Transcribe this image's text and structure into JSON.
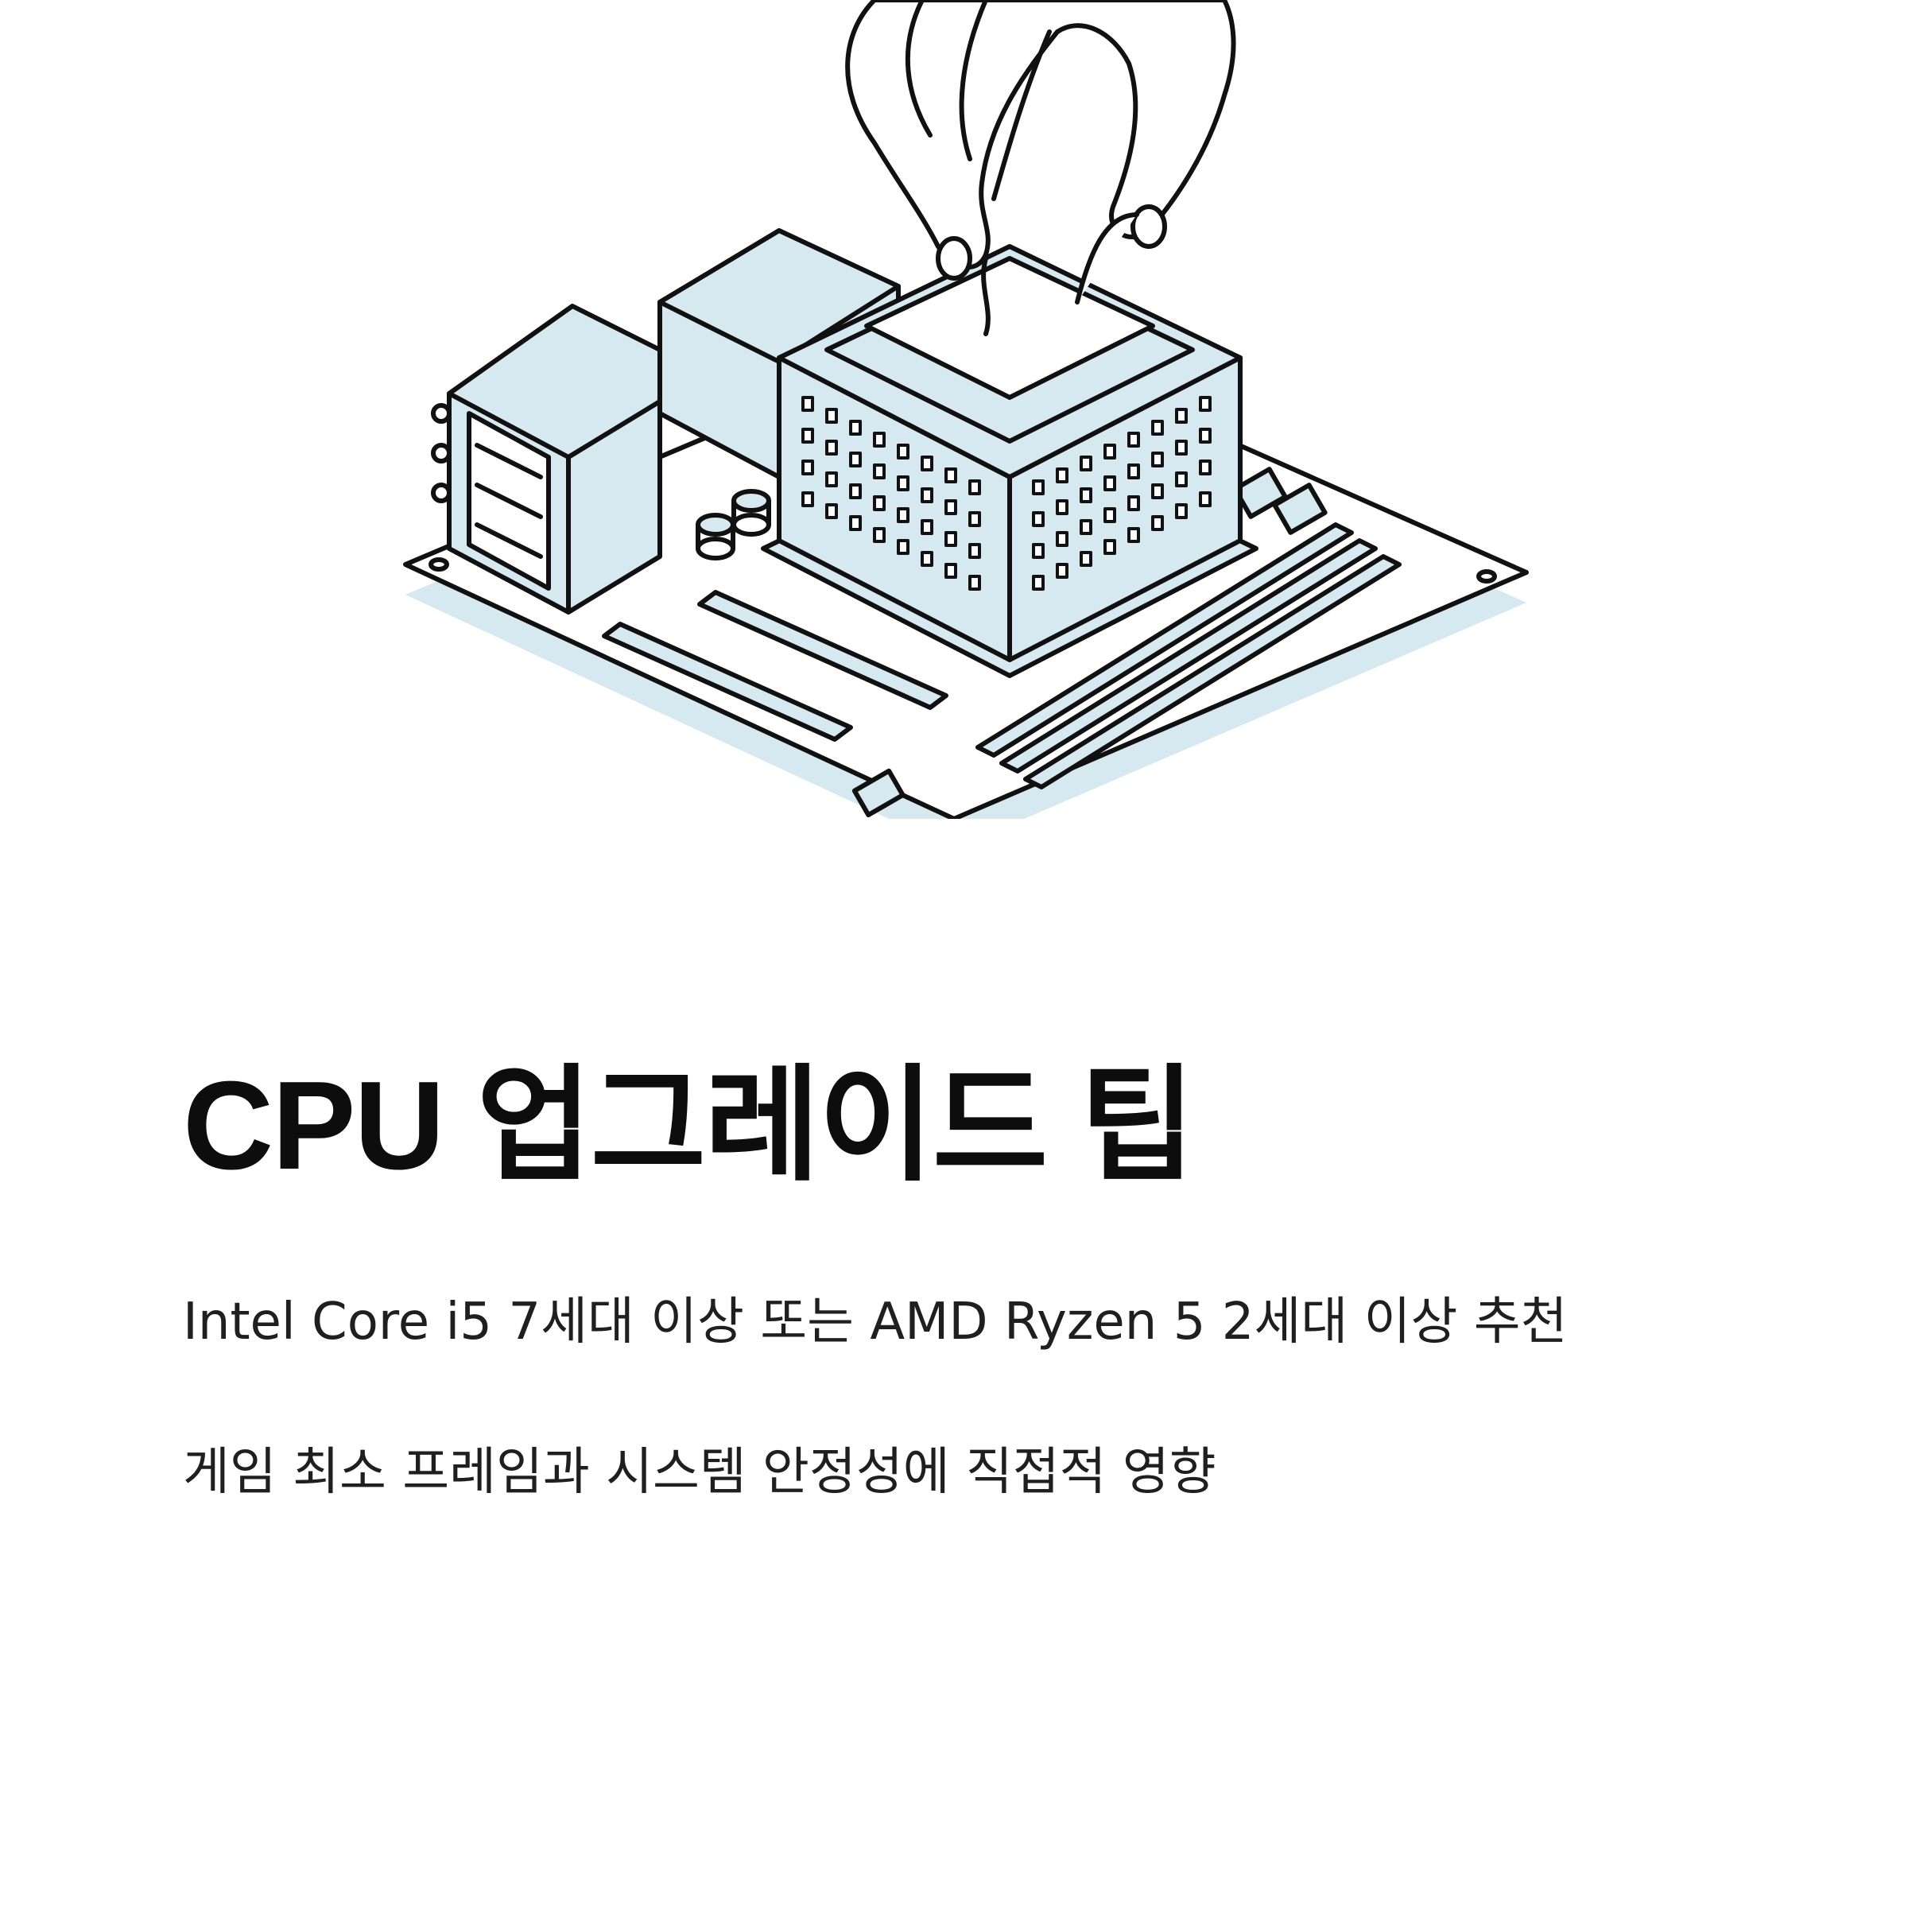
{
  "hero": {
    "illustration_icon": "hand-placing-cpu-on-motherboard-illustration"
  },
  "title": "CPU 업그레이드 팁",
  "paragraphs": [
    "Intel Core i5 7세대 이상 또는 AMD Ryzen 5 2세대 이상 추천",
    "게임 최소 프레임과 시스템 안정성에 직접적 영향"
  ],
  "colors": {
    "background": "#ffffff",
    "illustration_fill": "#d6e9f0",
    "illustration_stroke": "#111111",
    "text": "#111111"
  }
}
